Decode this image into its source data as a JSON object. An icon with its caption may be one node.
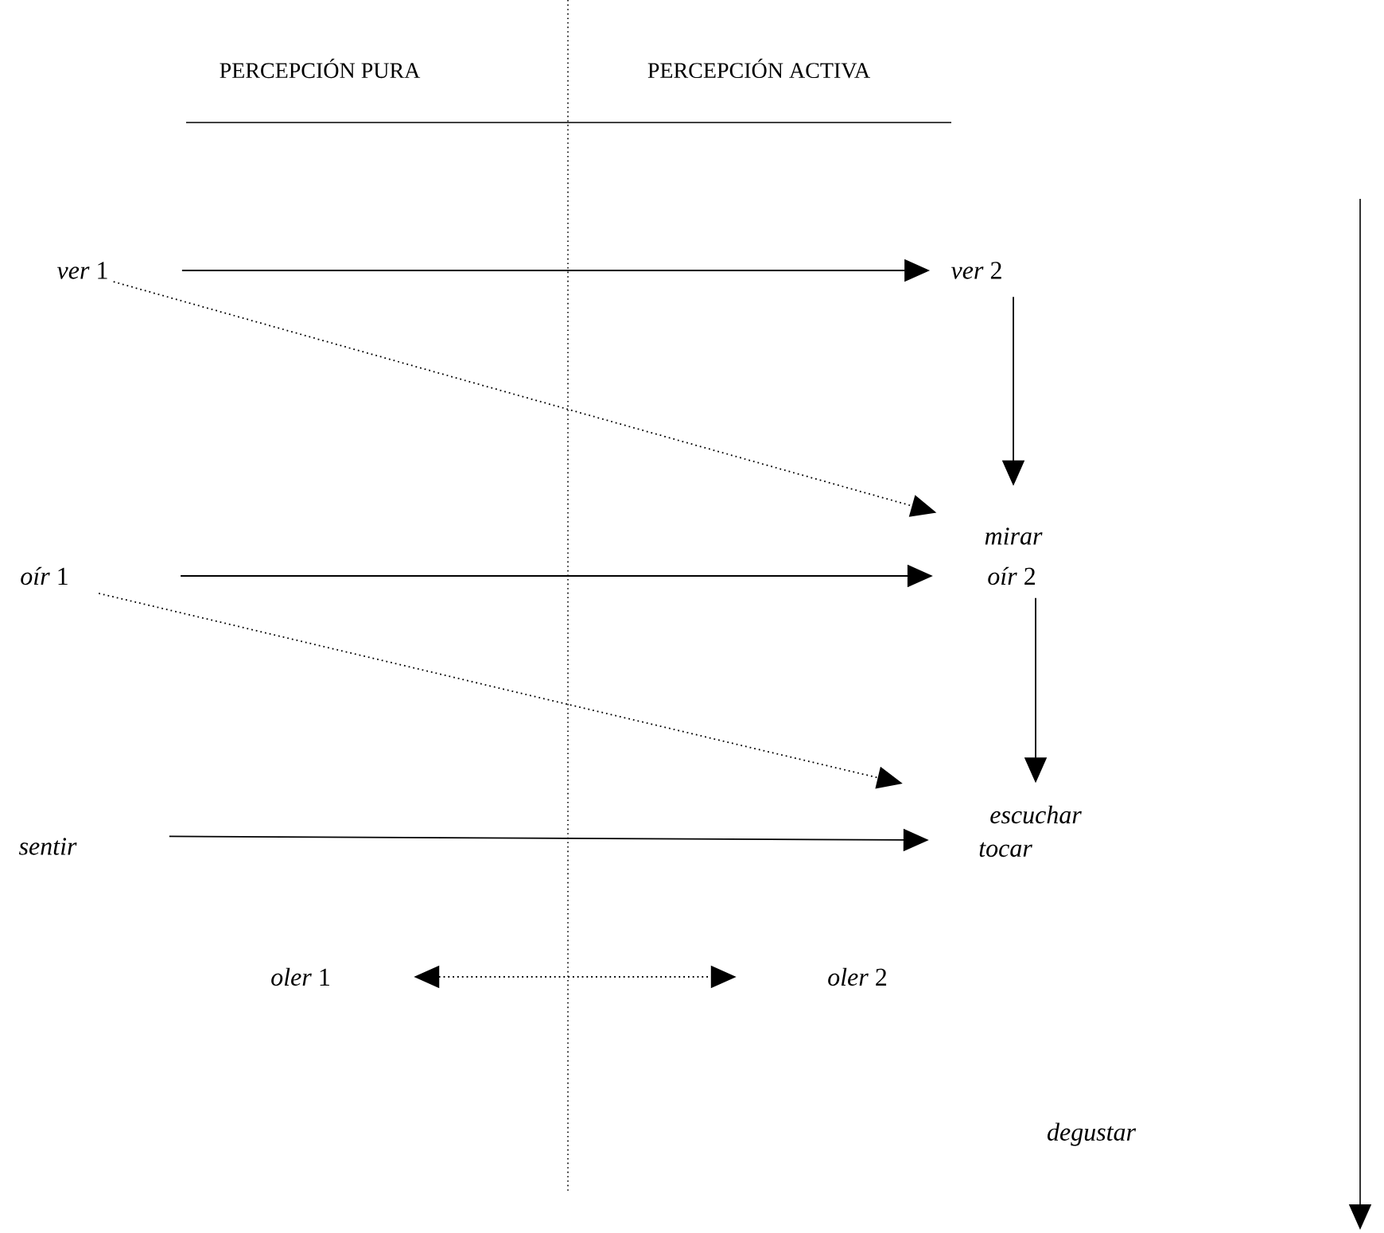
{
  "diagram": {
    "nodes": [
      {
        "text": [
          "*ver* 1"
        ]
      },
      {
        "text": [
          "*ver* 2"
        ]
      },
      {
        "text": [
          "mirar"
        ]
      },
      {
        "text": [
          "*oír* 1"
        ]
      },
      {
        "text": [
          "*oír* 2"
        ]
      },
      {
        "text": [
          "escuchar"
        ]
      },
      {
        "text": [
          "sentir"
        ]
      },
      {
        "text": [
          "tocar"
        ]
      },
      {
        "text": [
          "*oler* 1"
        ]
      },
      {
        "text": [
          "*oler* 2"
        ]
      }
    ],
    "edges": [
      {
        "from": 0,
        "to": 1,
        "arrow": "to"
      },
      {
        "from": 1,
        "to": 2,
        "arrow": "to"
      },
      {
        "from": 0,
        "to": 2,
        "arrow": "to",
        "style": "dashed"
      },
      {
        "from": 3,
        "to": 4,
        "arrow": "to"
      },
      {
        "from": 4,
        "to": 5,
        "arrow": "to"
      },
      {
        "from": 3,
        "to": 5,
        "arrow": "to",
        "style": "dashed"
      },
      {
        "from": 6,
        "to": 7,
        "arrow": "to"
      },
      {
        "from": 8,
        "to": 9,
        "arrow": "both",
        "style": "dashed"
      }
    ],
    "labels": [
      "PERCEPCIÓN PURA",
      "PERCEPCIÓN ACTIVA",
      "degustar"
    ]
  }
}
